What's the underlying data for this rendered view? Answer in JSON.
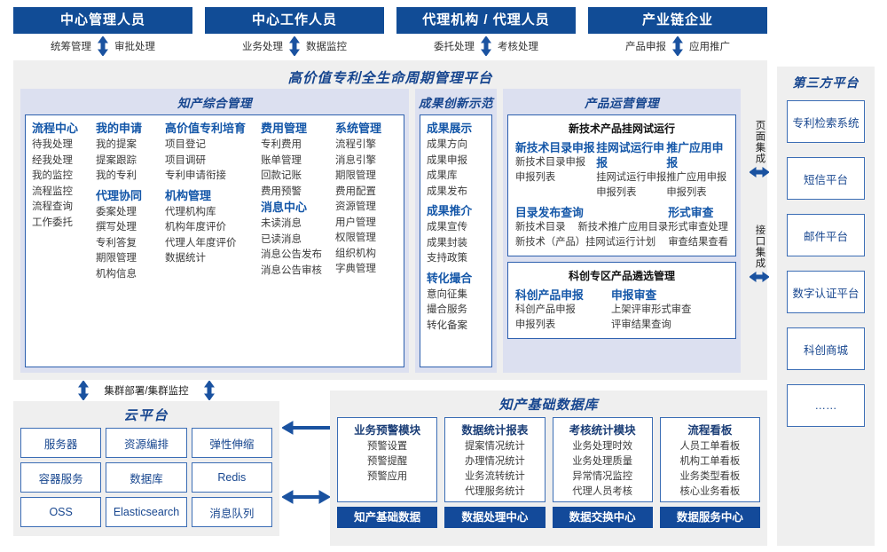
{
  "roles": [
    {
      "title": "中心管理人员",
      "left": "统筹管理",
      "right": "审批处理"
    },
    {
      "title": "中心工作人员",
      "left": "业务处理",
      "right": "数据监控"
    },
    {
      "title": "代理机构 / 代理人员",
      "left": "委托处理",
      "right": "考核处理"
    },
    {
      "title": "产业链企业",
      "left": "产品申报",
      "right": "应用推广"
    }
  ],
  "platform": {
    "title": "高价值专利全生命周期管理平台",
    "groups": {
      "zhichan": {
        "title": "知产综合管理",
        "columns": [
          {
            "blocks": [
              {
                "head": "流程中心",
                "items": [
                  "待我处理",
                  "经我处理",
                  "我的监控",
                  "流程监控",
                  "流程查询",
                  "工作委托"
                ]
              }
            ]
          },
          {
            "blocks": [
              {
                "head": "我的申请",
                "items": [
                  "我的提案",
                  "提案跟踪",
                  "我的专利"
                ]
              },
              {
                "head": "代理协同",
                "items": [
                  "委案处理",
                  "撰写处理",
                  "专利答复",
                  "期限管理",
                  "机构信息"
                ]
              }
            ]
          },
          {
            "blocks": [
              {
                "head": "高价值专利培育",
                "items": [
                  "项目登记",
                  "项目调研",
                  "专利申请衔接"
                ]
              },
              {
                "head": "机构管理",
                "items": [
                  "代理机构库",
                  "机构年度评价",
                  "代理人年度评价",
                  "数据统计"
                ]
              }
            ]
          },
          {
            "blocks": [
              {
                "head": "费用管理",
                "items": [
                  "专利费用",
                  "账单管理",
                  "回款记账",
                  "费用预警"
                ]
              },
              {
                "head": "消息中心",
                "items": [
                  "未读消息",
                  "已读消息",
                  "消息公告发布",
                  "消息公告审核"
                ]
              }
            ]
          },
          {
            "blocks": [
              {
                "head": "系统管理",
                "items": [
                  "流程引擎",
                  "消息引擎",
                  "期限管理",
                  "费用配置",
                  "资源管理",
                  "用户管理",
                  "权限管理",
                  "组织机构",
                  "字典管理"
                ]
              }
            ]
          }
        ]
      },
      "chengguo": {
        "title": "成果创新示范",
        "blocks": [
          {
            "head": "成果展示",
            "items": [
              "成果方向",
              "成果申报",
              "成果库",
              "成果发布"
            ]
          },
          {
            "head": "成果推介",
            "items": [
              "成果宣传",
              "成果封装",
              "支持政策"
            ]
          },
          {
            "head": "转化撮合",
            "items": [
              "意向征集",
              "撮合服务",
              "转化备案"
            ]
          }
        ]
      },
      "chanpin": {
        "title": "产品运营管理",
        "box1": {
          "title": "新技术产品挂网试运行",
          "top": [
            {
              "head": "新技术目录申报",
              "items": [
                "新技术目录申报",
                "申报列表"
              ]
            },
            {
              "head": "挂网试运行申报",
              "items": [
                "挂网试运行申报",
                "申报列表"
              ]
            },
            {
              "head": "推广应用申报",
              "items": [
                "推广应用申报",
                "申报列表"
              ]
            }
          ],
          "bottom_left": {
            "head": "目录发布查询",
            "row1": [
              "新技术目录",
              "新技术推广应用目录"
            ],
            "row2": [
              "新技术（产品）挂网试运行计划"
            ]
          },
          "bottom_right": {
            "head": "形式审查",
            "items": [
              "形式审查处理",
              "审查结果查看"
            ]
          }
        },
        "box2": {
          "title": "科创专区产品遴选管理",
          "cols": [
            {
              "head": "科创产品申报",
              "items": [
                "科创产品申报",
                "申报列表"
              ]
            },
            {
              "head": "申报审查",
              "items": [
                "上架评审形式审查",
                "评审结果查询"
              ]
            }
          ]
        }
      }
    }
  },
  "integration": {
    "page": "页面集成",
    "api": "接口集成"
  },
  "third_party": {
    "title": "第三方平台",
    "items": [
      "专利检索系统",
      "短信平台",
      "邮件平台",
      "数字认证平台",
      "科创商城",
      "……"
    ]
  },
  "cluster_label": "集群部署/集群监控",
  "cloud": {
    "title": "云平台",
    "cells": [
      "服务器",
      "资源编排",
      "弹性伸缩",
      "容器服务",
      "数据库",
      "Redis",
      "OSS",
      "Elasticsearch",
      "消息队列"
    ]
  },
  "database": {
    "title": "知产基础数据库",
    "columns": [
      {
        "head": "业务预警模块",
        "items": [
          "预警设置",
          "预警提醒",
          "预警应用"
        ],
        "foot": "知产基础数据"
      },
      {
        "head": "数据统计报表",
        "items": [
          "提案情况统计",
          "办理情况统计",
          "业务流转统计",
          "代理服务统计"
        ],
        "foot": "数据处理中心"
      },
      {
        "head": "考核统计模块",
        "items": [
          "业务处理时效",
          "业务处理质量",
          "异常情况监控",
          "代理人员考核"
        ],
        "foot": "数据交换中心"
      },
      {
        "head": "流程看板",
        "items": [
          "人员工单看板",
          "机构工单看板",
          "业务类型看板",
          "核心业务看板"
        ],
        "foot": "数据服务中心"
      }
    ]
  },
  "colors": {
    "brand": "#114C96",
    "accent": "#1356A8",
    "panel": "#EFEFEF",
    "group": "#DCE0F0",
    "border": "#2C5FAE"
  }
}
